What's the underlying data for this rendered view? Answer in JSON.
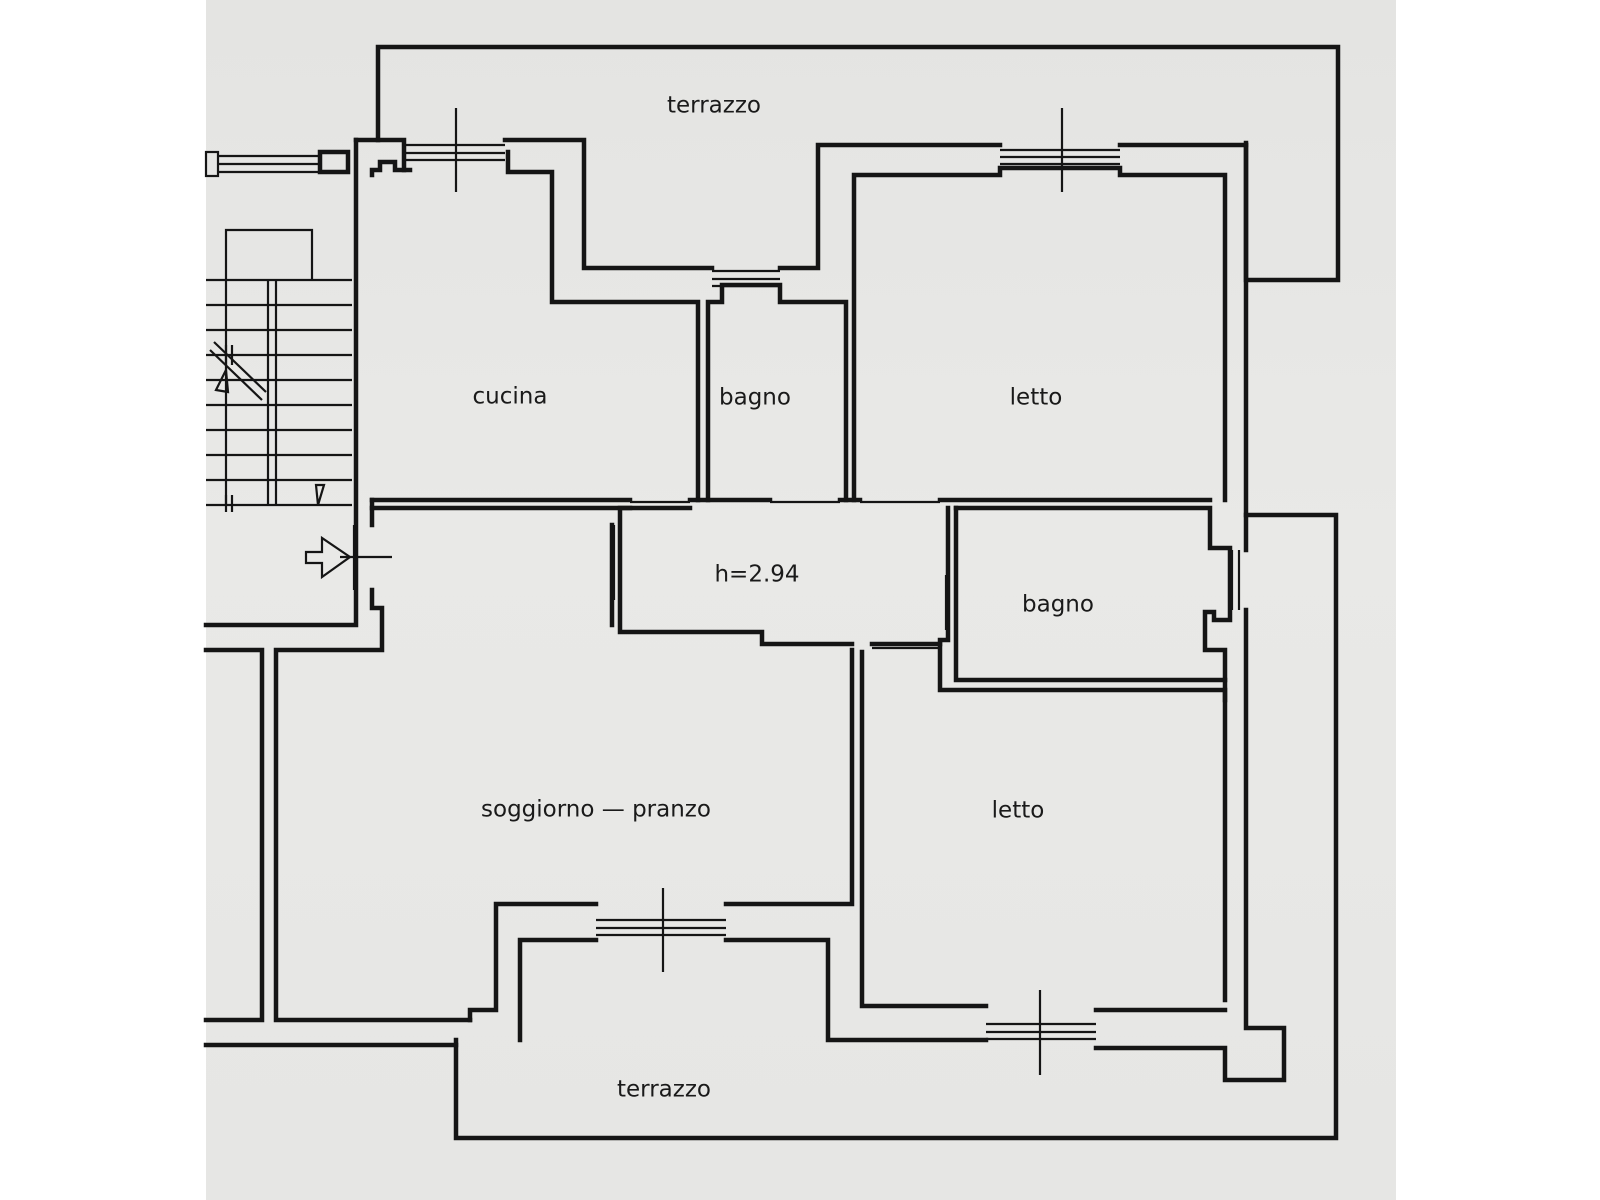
{
  "floorplan": {
    "rooms": {
      "terrace_top": "terrazzo",
      "kitchen": "cucina",
      "bath_1": "bagno",
      "bedroom_1": "letto",
      "hall": "h=2.94",
      "bath_2": "bagno",
      "living": "soggiorno — pranzo",
      "bedroom_2": "letto",
      "terrace_bottom": "terrazzo"
    }
  },
  "colors": {
    "paper": "#e6e6e4",
    "ink": "#151515"
  }
}
